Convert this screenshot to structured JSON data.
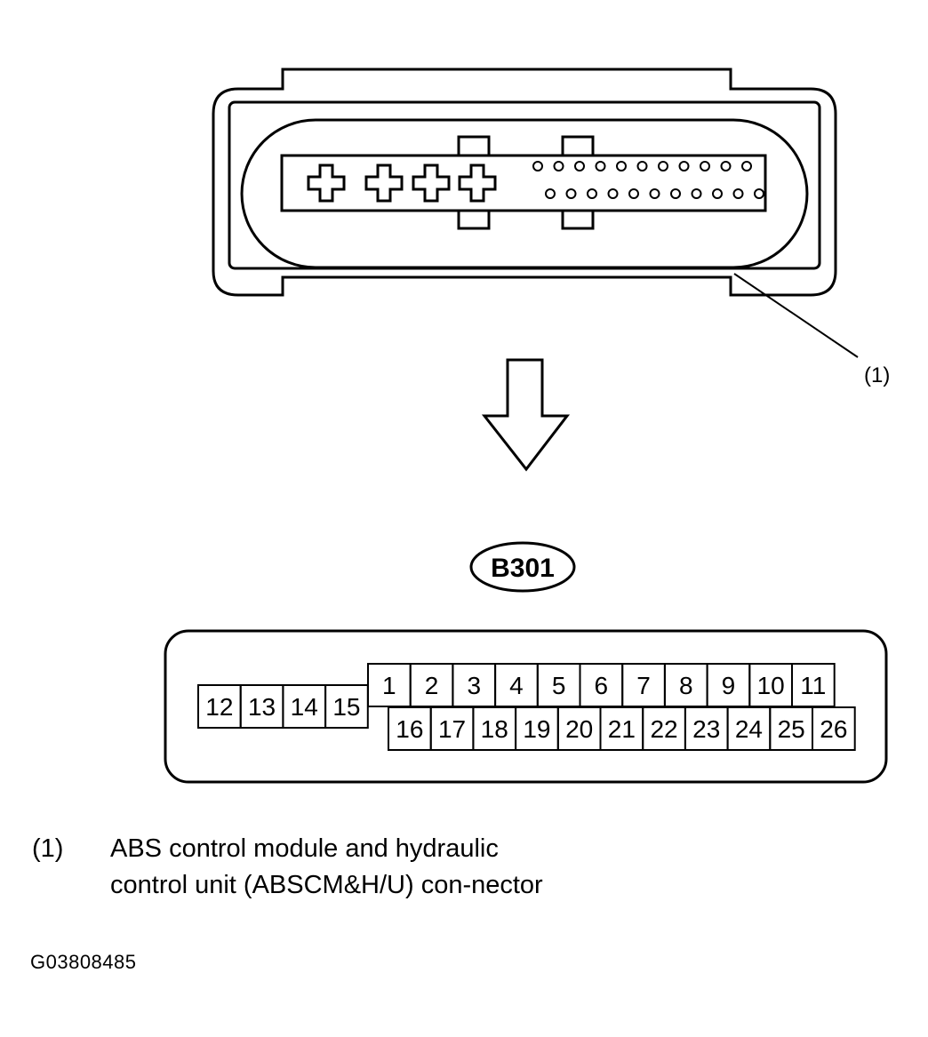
{
  "callout_label": "(1)",
  "connector_id": "B301",
  "housing": {
    "power_terminals": [
      "power-terminal",
      "power-terminal",
      "power-terminal",
      "power-terminal"
    ],
    "signal_pin_rows": [
      11,
      11
    ]
  },
  "pinout": {
    "top_row": [
      "1",
      "2",
      "3",
      "4",
      "5",
      "6",
      "7",
      "8",
      "9",
      "10",
      "11"
    ],
    "bottom_row": [
      "16",
      "17",
      "18",
      "19",
      "20",
      "21",
      "22",
      "23",
      "24",
      "25",
      "26"
    ],
    "left_block": [
      "12",
      "13",
      "14",
      "15"
    ]
  },
  "legend": {
    "number": "(1)",
    "text": "ABS control module and hydraulic control unit (ABSCM&H/U) con-nector"
  },
  "figure_id": "G03808485",
  "colors": {
    "line": "#000000",
    "background": "#ffffff"
  }
}
